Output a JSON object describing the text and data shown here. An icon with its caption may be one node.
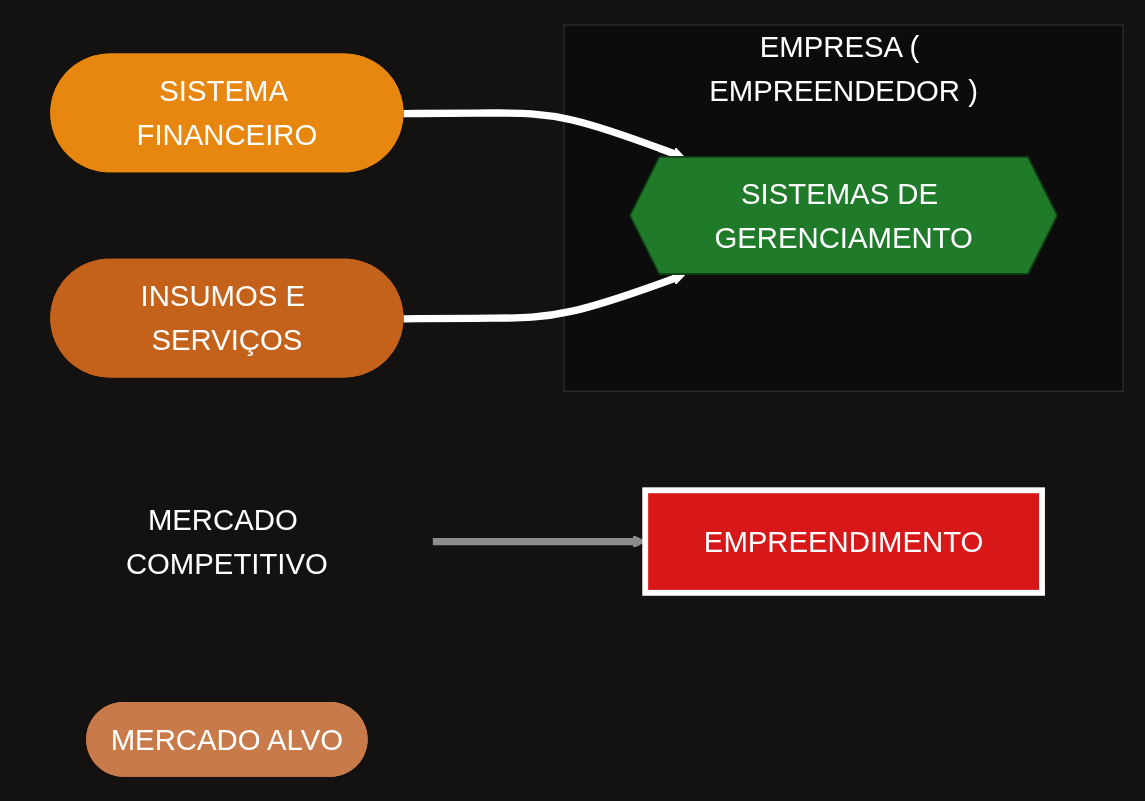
{
  "diagram": {
    "nodes": [
      {
        "text": [
          "SISTEMA FINANCEIRO"
        ]
      },
      {
        "text": [
          "INSUMOS E SERVIÇOS"
        ]
      },
      {
        "text": [
          "EMPRESA ( EMPREENDEDOR )"
        ]
      },
      {
        "text": [
          "SISTEMAS DE GERENCIAMENTO"
        ],
        "in": 2
      },
      {
        "text": [
          "EMPREENDIMENTO"
        ]
      },
      {
        "text": [
          "MERCADO COMPETITIVO"
        ]
      },
      {
        "text": [
          "MERCADO ALVO"
        ]
      }
    ],
    "edges": [
      {
        "from": 0,
        "to": 3,
        "arrow": "to"
      },
      {
        "from": 1,
        "to": 3,
        "arrow": "to"
      },
      {
        "from": 5,
        "to": 4,
        "arrow": "to",
        "color": "#8c8c8c"
      }
    ]
  }
}
